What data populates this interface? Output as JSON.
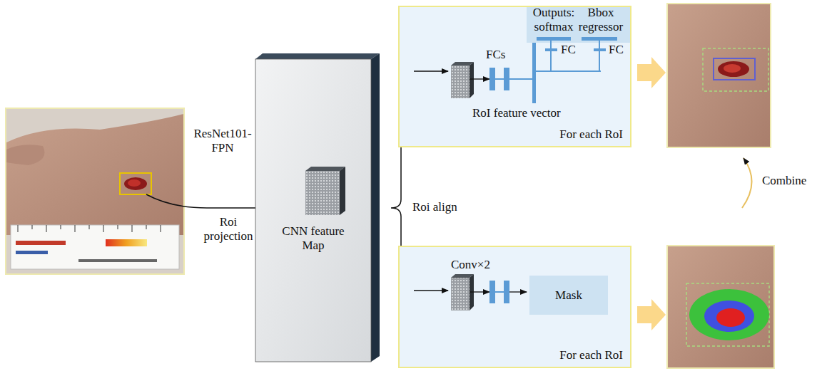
{
  "diagram": {
    "nodes": [
      {
        "text": [
          "CNN feature Map"
        ]
      },
      {
        "text": [
          "For each RoI"
        ]
      },
      {
        "text": [
          "For each RoI"
        ]
      },
      {
        "text": [
          "Mask"
        ],
        "in": 2
      }
    ],
    "labels": [
      "ResNet101-FPN",
      "Roi projection",
      "Roi align",
      "Outputs: softmax",
      "Bbox regressor",
      "FC",
      "FC",
      "FCs",
      "RoI feature vector",
      "Conv×2",
      "Combine"
    ]
  }
}
